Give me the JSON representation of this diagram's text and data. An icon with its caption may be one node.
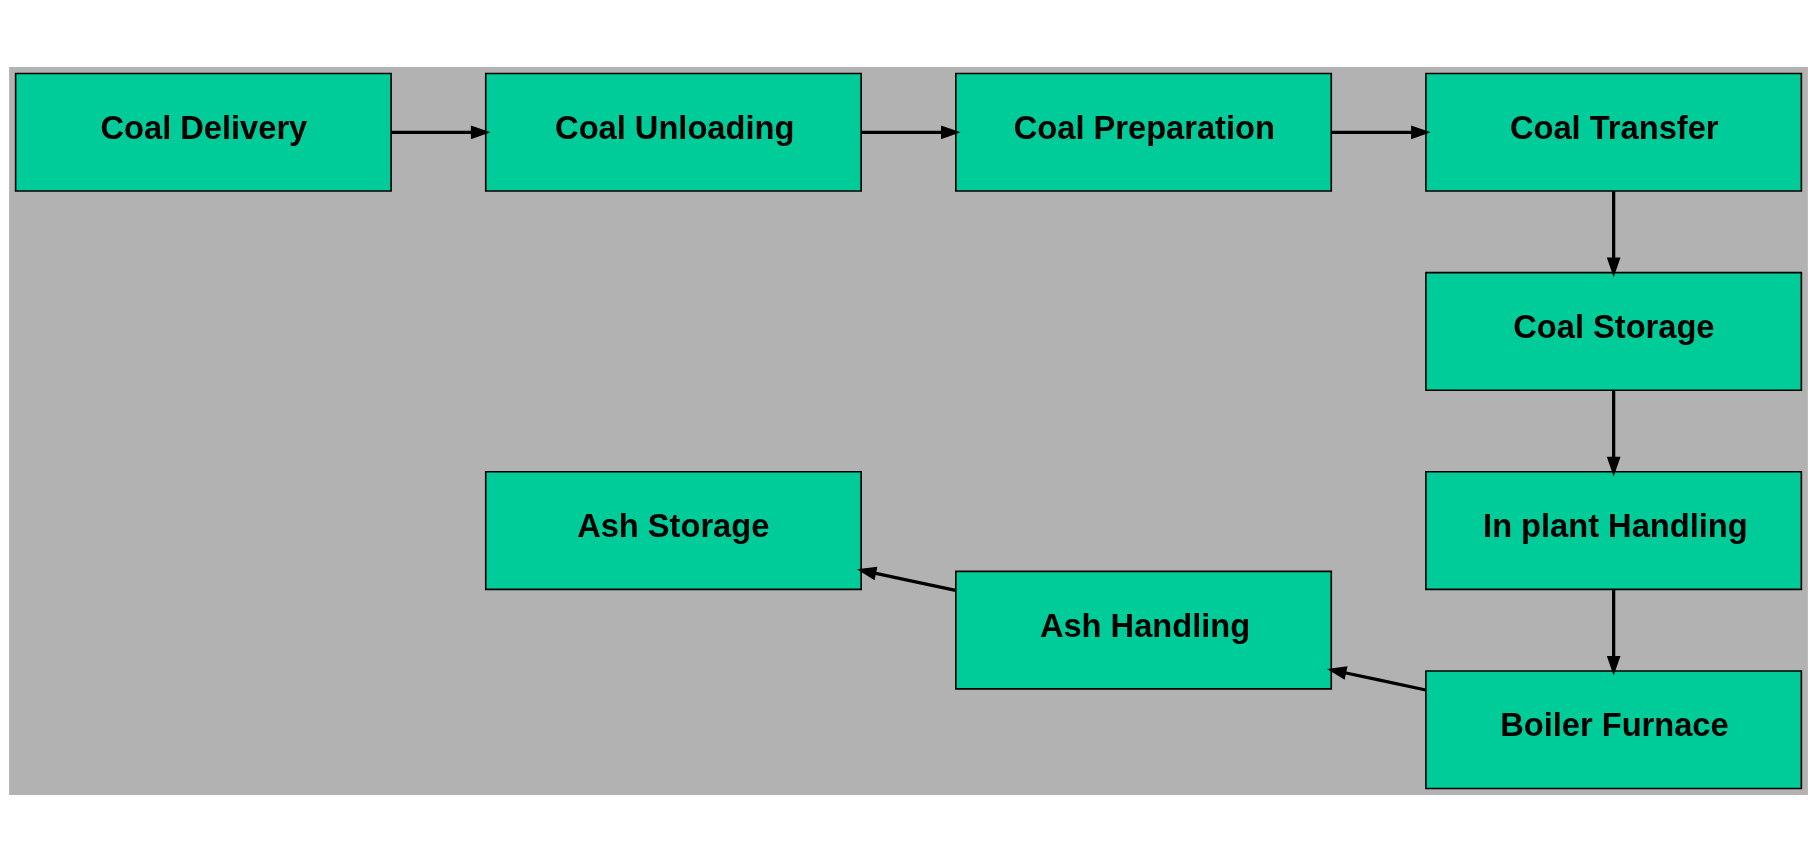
{
  "diagram": {
    "nodes": [
      {
        "text": [
          "Coal Delivery"
        ]
      },
      {
        "text": [
          "Coal Unloading"
        ]
      },
      {
        "text": [
          "Coal Preparation"
        ]
      },
      {
        "text": [
          "Coal Transfer"
        ]
      },
      {
        "text": [
          "Coal Storage"
        ]
      },
      {
        "text": [
          "In plant Handling"
        ]
      },
      {
        "text": [
          "Boiler Furnace"
        ]
      },
      {
        "text": [
          "Ash Handling"
        ]
      },
      {
        "text": [
          "Ash Storage"
        ]
      }
    ],
    "edges": [
      {
        "from": 0,
        "to": 1,
        "arrow": "to"
      },
      {
        "from": 1,
        "to": 2,
        "arrow": "to"
      },
      {
        "from": 2,
        "to": 3,
        "arrow": "to"
      },
      {
        "from": 3,
        "to": 4,
        "arrow": "to"
      },
      {
        "from": 4,
        "to": 5,
        "arrow": "to"
      },
      {
        "from": 5,
        "to": 6,
        "arrow": "to"
      },
      {
        "from": 6,
        "to": 7,
        "arrow": "to"
      },
      {
        "from": 7,
        "to": 8,
        "arrow": "to"
      }
    ]
  }
}
